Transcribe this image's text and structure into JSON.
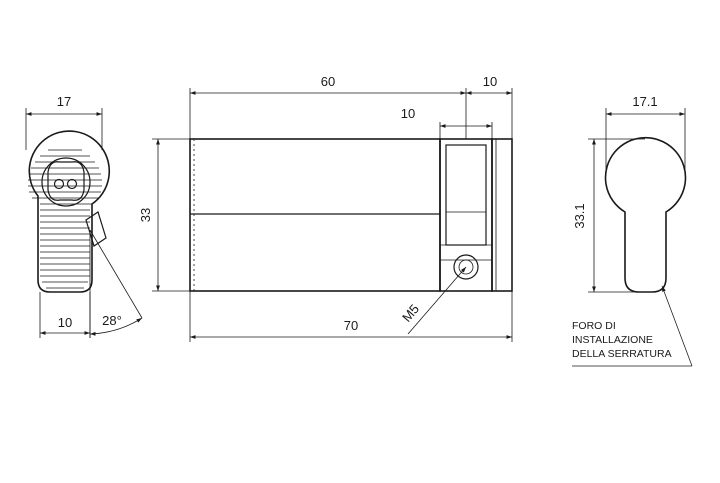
{
  "dimensions": {
    "front_width": "17",
    "front_cam_width": "10",
    "front_angle": "28°",
    "body_length_60": "60",
    "body_length_10_top": "10",
    "body_length_10_inner": "10",
    "body_height": "33",
    "total_length": "70",
    "screw": "M5",
    "hole_width": "17.1",
    "hole_height": "33.1"
  },
  "note": {
    "line1": "FORO DI",
    "line2": "INSTALLAZIONE",
    "line3": "DELLA SERRATURA"
  }
}
